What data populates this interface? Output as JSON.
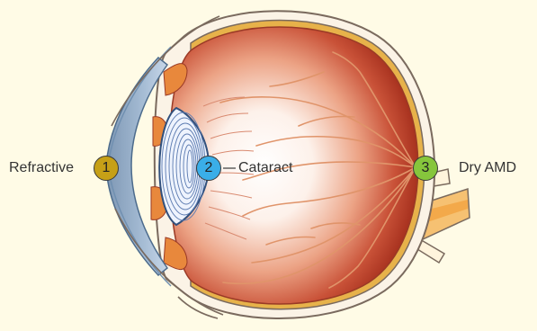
{
  "labels": {
    "refractive": "Refractive",
    "cataract": "Cataract",
    "dry_amd": "Dry AMD"
  },
  "badges": [
    {
      "number": "1",
      "color": "#c6a017"
    },
    {
      "number": "2",
      "color": "#3aaee8"
    },
    {
      "number": "3",
      "color": "#86c63c"
    }
  ],
  "colors": {
    "background": "#fffbe6",
    "sclera_outline": "#7a6a5e",
    "choroid": "#b4402e",
    "retina": "#e7b24a",
    "cornea": "#8fb7d8",
    "lens": "#e6eefc",
    "optic_nerve": "#f3b15a",
    "vessels": "#e0946a"
  }
}
